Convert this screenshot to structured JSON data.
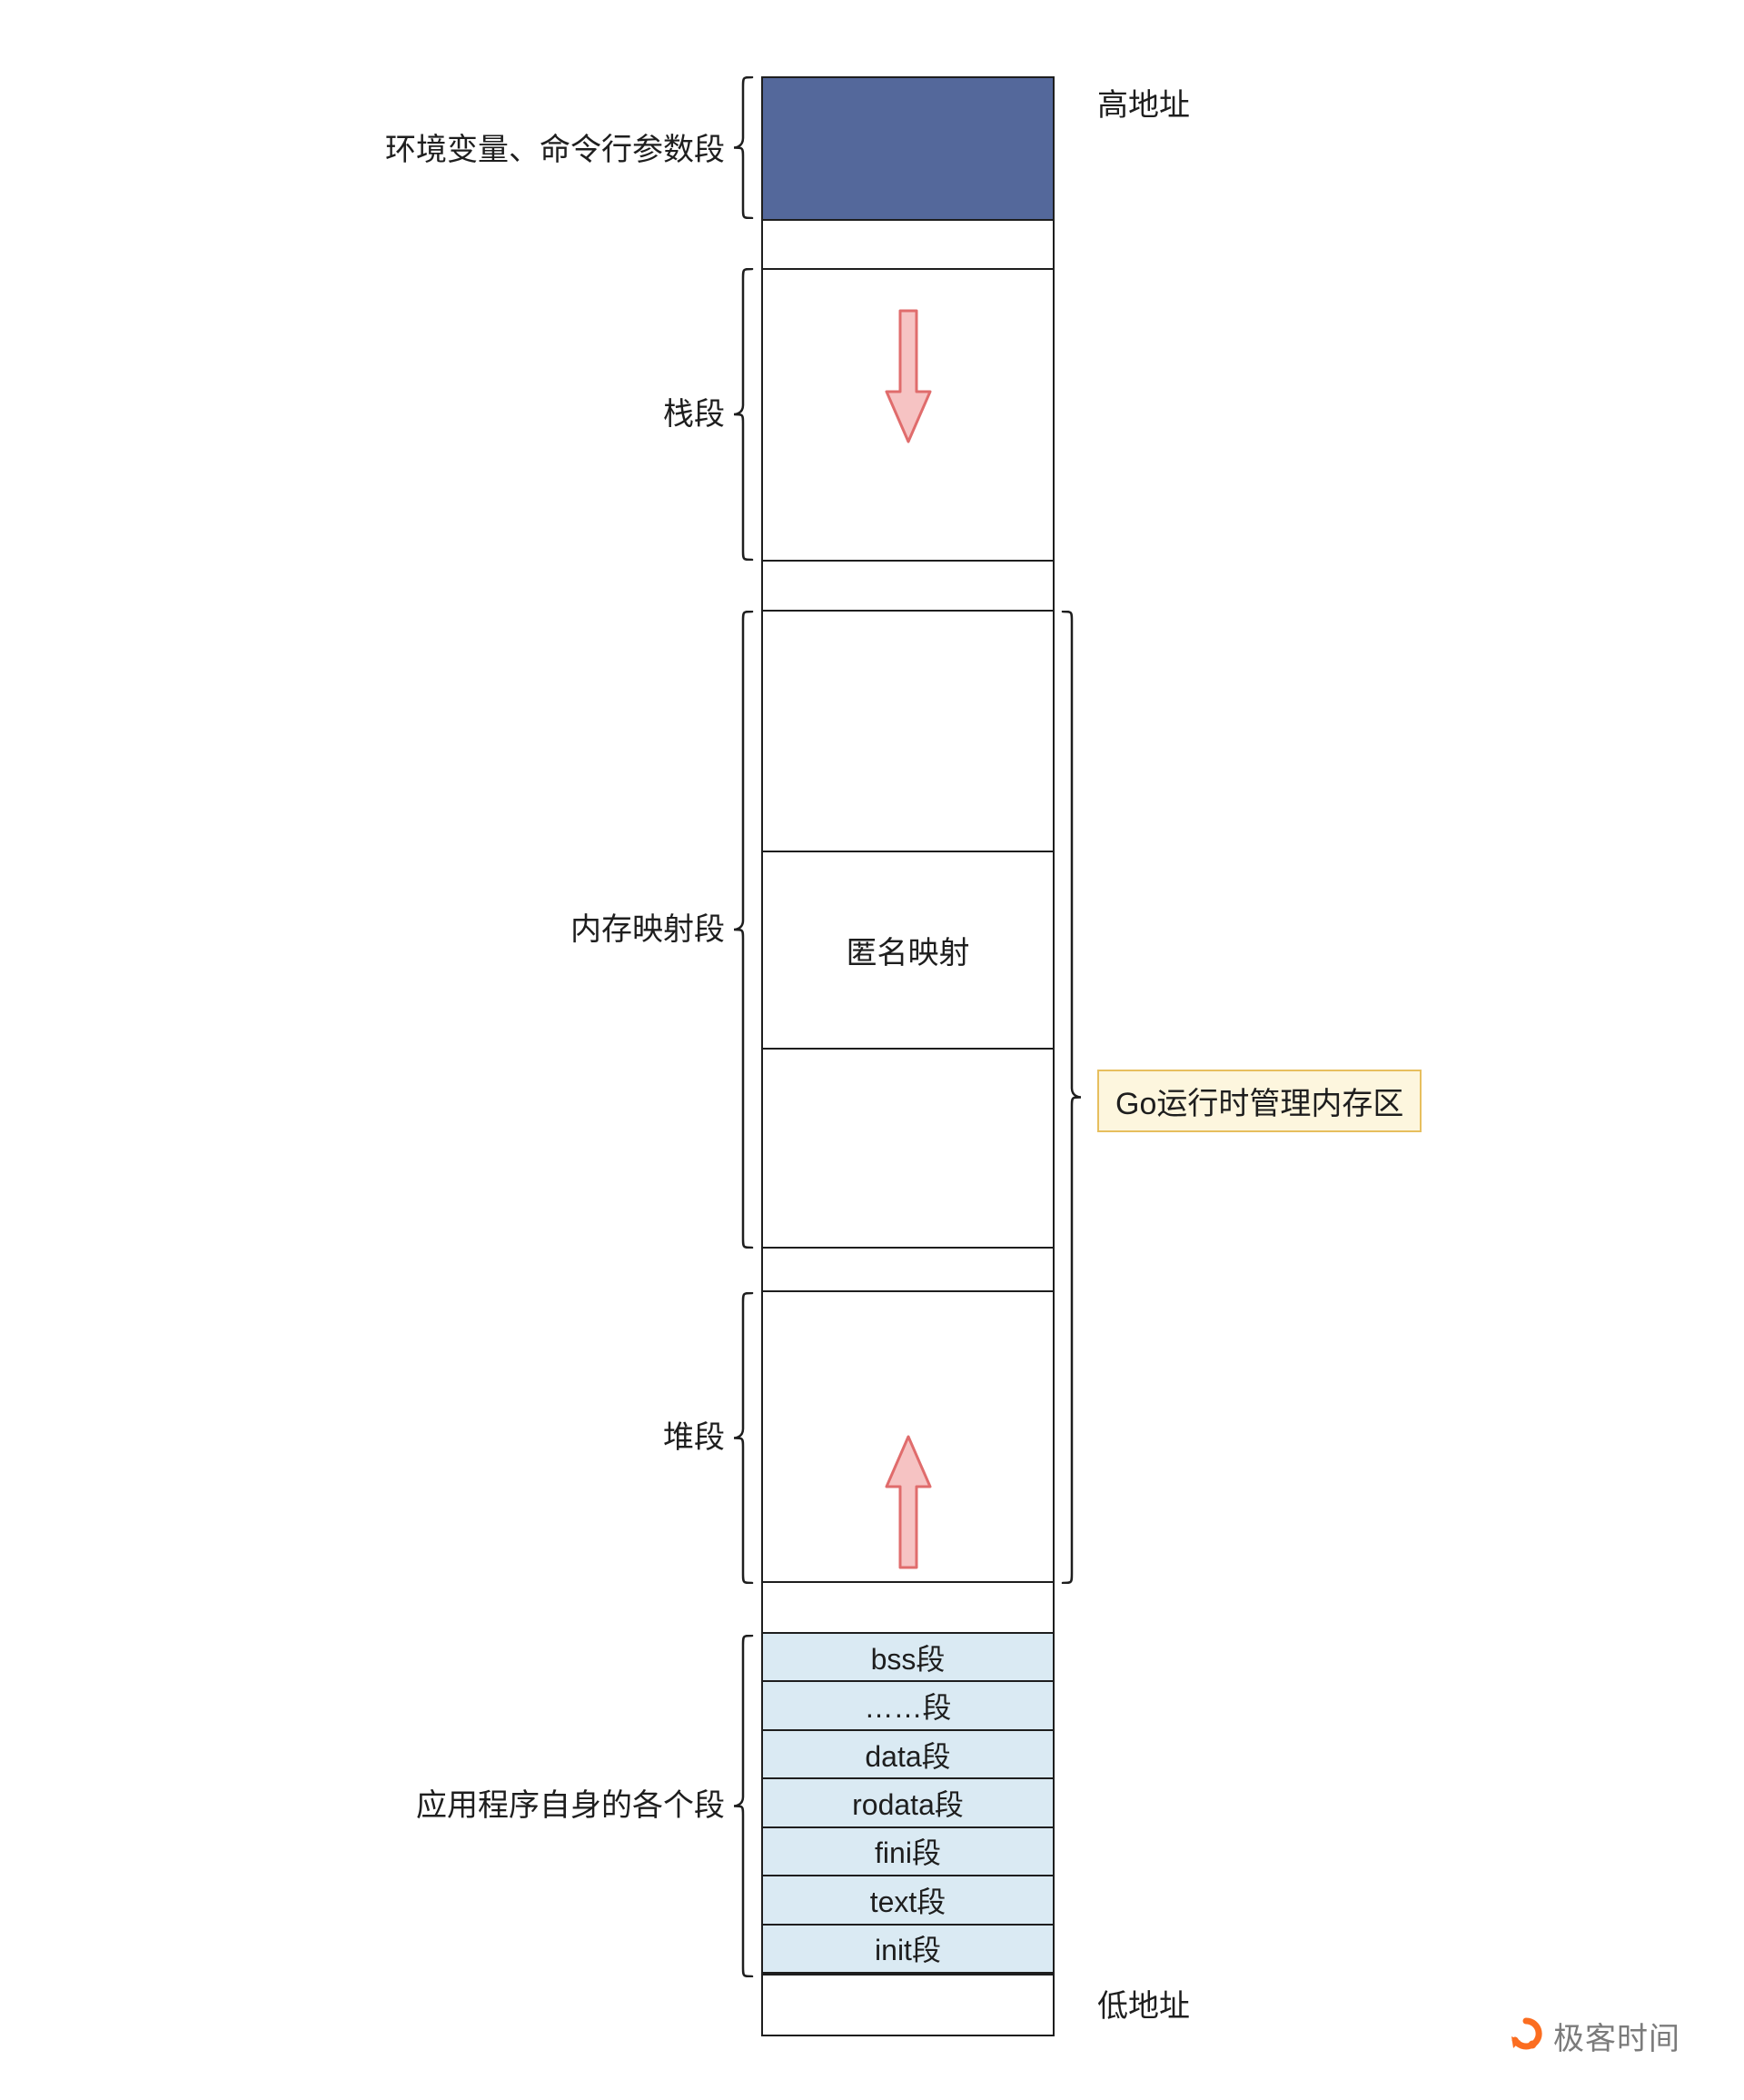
{
  "address_labels": {
    "high": "高地址",
    "low": "低地址"
  },
  "segments": {
    "env": {
      "label": "环境变量、命令行参数段"
    },
    "stack": {
      "label": "栈段"
    },
    "mmap": {
      "label": "内存映射段",
      "anonymous": "匿名映射"
    },
    "heap": {
      "label": "堆段"
    },
    "app": {
      "label": "应用程序自身的各个段",
      "rows": [
        "bss段",
        "……段",
        "data段",
        "rodata段",
        "fini段",
        "text段",
        "init段"
      ]
    }
  },
  "annotations": {
    "go_runtime": "Go运行时管理内存区"
  },
  "branding": {
    "logo_text": "极客时间"
  },
  "colors": {
    "env_fill": "#54689b",
    "app_row_fill": "#daeaf3",
    "arrow_fill": "#f6c3c3",
    "arrow_stroke": "#e06c6c",
    "annotation_bg": "#fdf6de",
    "annotation_border": "#e7bf5e",
    "logo_orange": "#fb6d20",
    "line": "#1e1e1e"
  }
}
